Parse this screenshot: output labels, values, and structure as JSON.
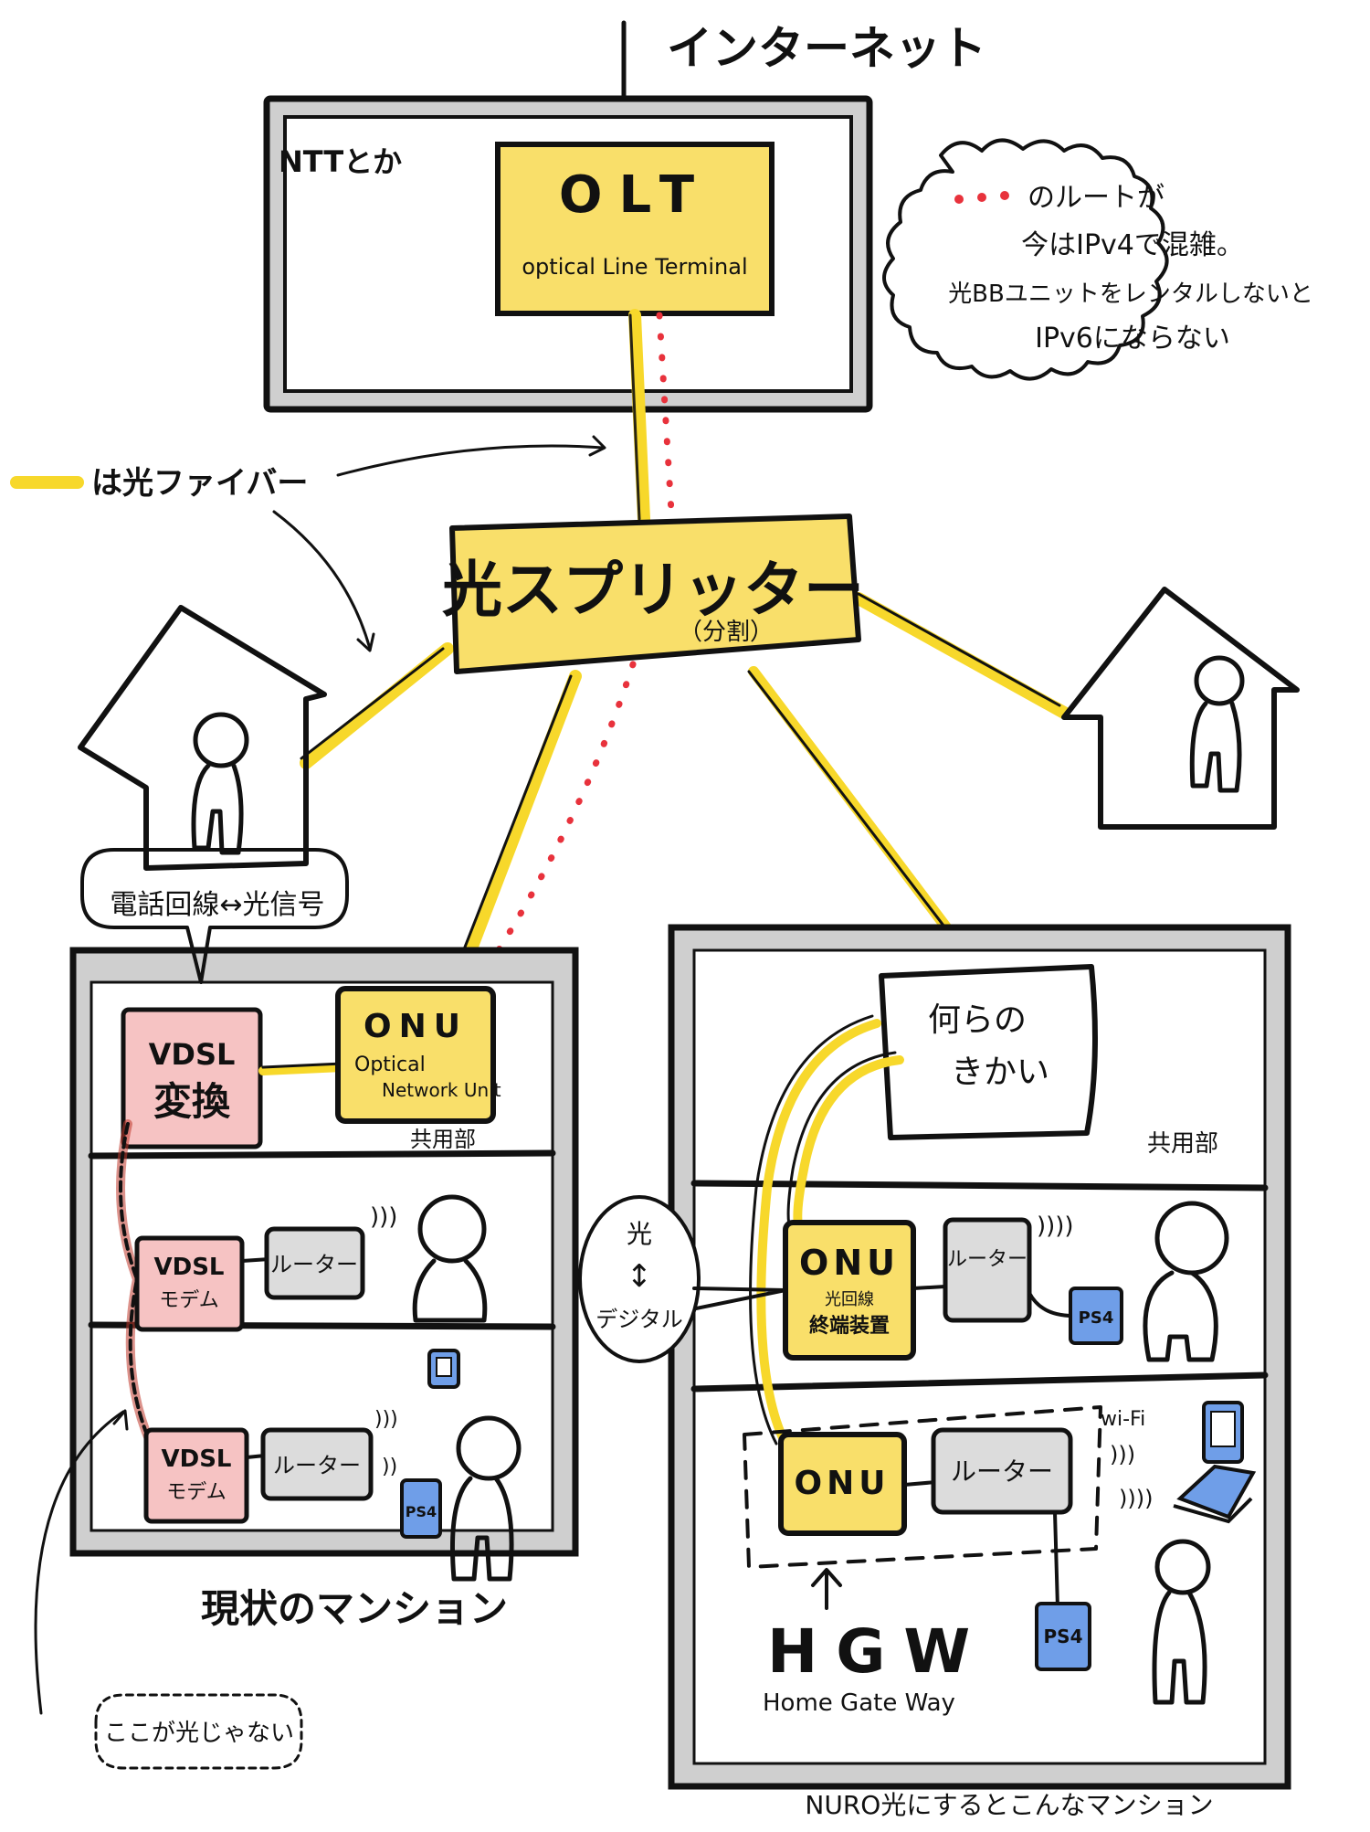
{
  "top_label": "インターネット",
  "ntt_label": "NTTとか",
  "olt": {
    "title": "OLT",
    "subtitle": "optical Line Terminal"
  },
  "note_bubble": {
    "line1": "のルートが",
    "line2": "今はIPv4で混雑。",
    "line3": "光BBユニットをレンタルしないと",
    "line4": "IPv6にならない"
  },
  "fiber_legend": "は光ファイバー",
  "splitter": {
    "title": "光スプリッター",
    "subtitle": "（分割）"
  },
  "phone_bubble": "電話回線↔光信号",
  "left_building": {
    "vdsl_converter": [
      "VDSL",
      "変換"
    ],
    "onu": {
      "title": "ONU",
      "sub1": "Optical",
      "sub2": "Network Unit"
    },
    "common_area": "共用部",
    "modem1": [
      "VDSL",
      "モデム"
    ],
    "router1": "ルーター",
    "modem2": [
      "VDSL",
      "モデム"
    ],
    "router2": "ルーター",
    "ps4": "PS4",
    "caption": "現状のマンション"
  },
  "not_fiber_bubble": "ここが光じゃない",
  "right_building": {
    "machine": [
      "何らの",
      "きかい"
    ],
    "common_area": "共用部",
    "onu1": {
      "title": "ONU",
      "sub1": "光回線",
      "sub2": "終端装置"
    },
    "router1": "ルーター",
    "ps4_1": "PS4",
    "onu2": "ONU",
    "router2": "ルーター",
    "wifi_label": "wi-Fi",
    "ps4_2": "PS4",
    "hgw": "HGW",
    "hgw_full": "Home Gate Way",
    "caption": "NURO光にするとこんなマンション"
  },
  "optical_bubble": {
    "top": "光",
    "arrow": "↕",
    "bottom": "デジタル"
  },
  "colors": {
    "yellow": "#f7d82b",
    "box_yellow": "#f9df6a",
    "pink": "#f6c3c3",
    "gray": "#dcdcdc",
    "blue": "#6f9ee8",
    "red": "#e8323c",
    "frame_gray": "#cfcfcf"
  }
}
